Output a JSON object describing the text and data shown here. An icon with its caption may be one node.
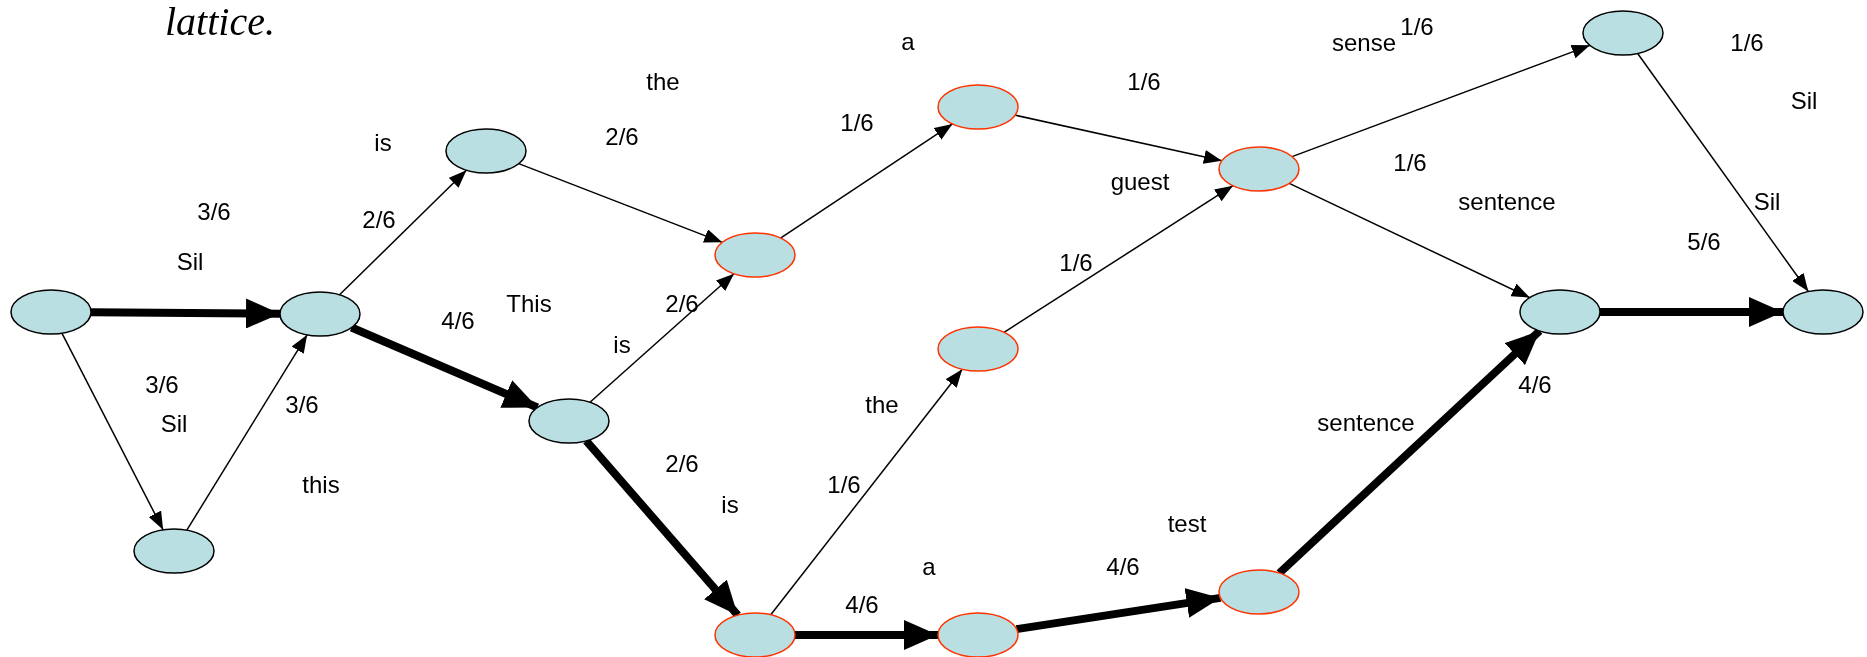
{
  "diagram": {
    "title": "lattice.",
    "nodes": [
      {
        "text": [],
        "shape": "ellipse"
      },
      {
        "text": [],
        "shape": "ellipse"
      },
      {
        "text": [],
        "shape": "ellipse"
      },
      {
        "text": [],
        "shape": "ellipse"
      },
      {
        "text": [],
        "shape": "ellipse"
      },
      {
        "text": [],
        "shape": "ellipse"
      },
      {
        "text": [],
        "shape": "ellipse"
      },
      {
        "text": [],
        "shape": "ellipse"
      },
      {
        "text": [],
        "shape": "ellipse"
      },
      {
        "text": [],
        "shape": "ellipse"
      },
      {
        "text": [],
        "shape": "ellipse"
      },
      {
        "text": [],
        "shape": "ellipse"
      },
      {
        "text": [],
        "shape": "ellipse"
      },
      {
        "text": [],
        "shape": "ellipse"
      },
      {
        "text": [],
        "shape": "ellipse"
      }
    ],
    "edges": [
      {
        "from": 0,
        "to": 1,
        "arrow": "to",
        "style": "thick"
      },
      {
        "from": 0,
        "to": 2,
        "arrow": "to"
      },
      {
        "from": 2,
        "to": 1,
        "arrow": "to"
      },
      {
        "from": 1,
        "to": 3,
        "arrow": "to"
      },
      {
        "from": 1,
        "to": 5,
        "arrow": "to",
        "style": "thick"
      },
      {
        "from": 3,
        "to": 4,
        "arrow": "to"
      },
      {
        "from": 5,
        "to": 4,
        "arrow": "to"
      },
      {
        "from": 5,
        "to": 8,
        "arrow": "to",
        "style": "thick"
      },
      {
        "from": 4,
        "to": 6,
        "arrow": "to"
      },
      {
        "from": 8,
        "to": 7,
        "arrow": "to"
      },
      {
        "from": 8,
        "to": 9,
        "arrow": "to",
        "style": "thick"
      },
      {
        "from": 6,
        "to": 10,
        "arrow": "to"
      },
      {
        "from": 7,
        "to": 10,
        "arrow": "to"
      },
      {
        "from": 9,
        "to": 11,
        "arrow": "to",
        "style": "thick"
      },
      {
        "from": 10,
        "to": 12,
        "arrow": "to"
      },
      {
        "from": 10,
        "to": 13,
        "arrow": "to"
      },
      {
        "from": 11,
        "to": 13,
        "arrow": "to",
        "style": "thick"
      },
      {
        "from": 12,
        "to": 14,
        "arrow": "to"
      },
      {
        "from": 13,
        "to": 14,
        "arrow": "to",
        "style": "thick"
      }
    ],
    "labels": [
      "a",
      "sense",
      "1/6",
      "1/6",
      "the",
      "1/6",
      "Sil",
      "1/6",
      "is",
      "2/6",
      "1/6",
      "guest",
      "3/6",
      "sentence",
      "Sil",
      "2/6",
      "5/6",
      "Sil",
      "1/6",
      "This",
      "2/6",
      "4/6",
      "is",
      "3/6",
      "4/6",
      "3/6",
      "the",
      "Sil",
      "sentence",
      "2/6",
      "this",
      "1/6",
      "is",
      "test",
      "a",
      "4/6",
      "4/6"
    ]
  }
}
